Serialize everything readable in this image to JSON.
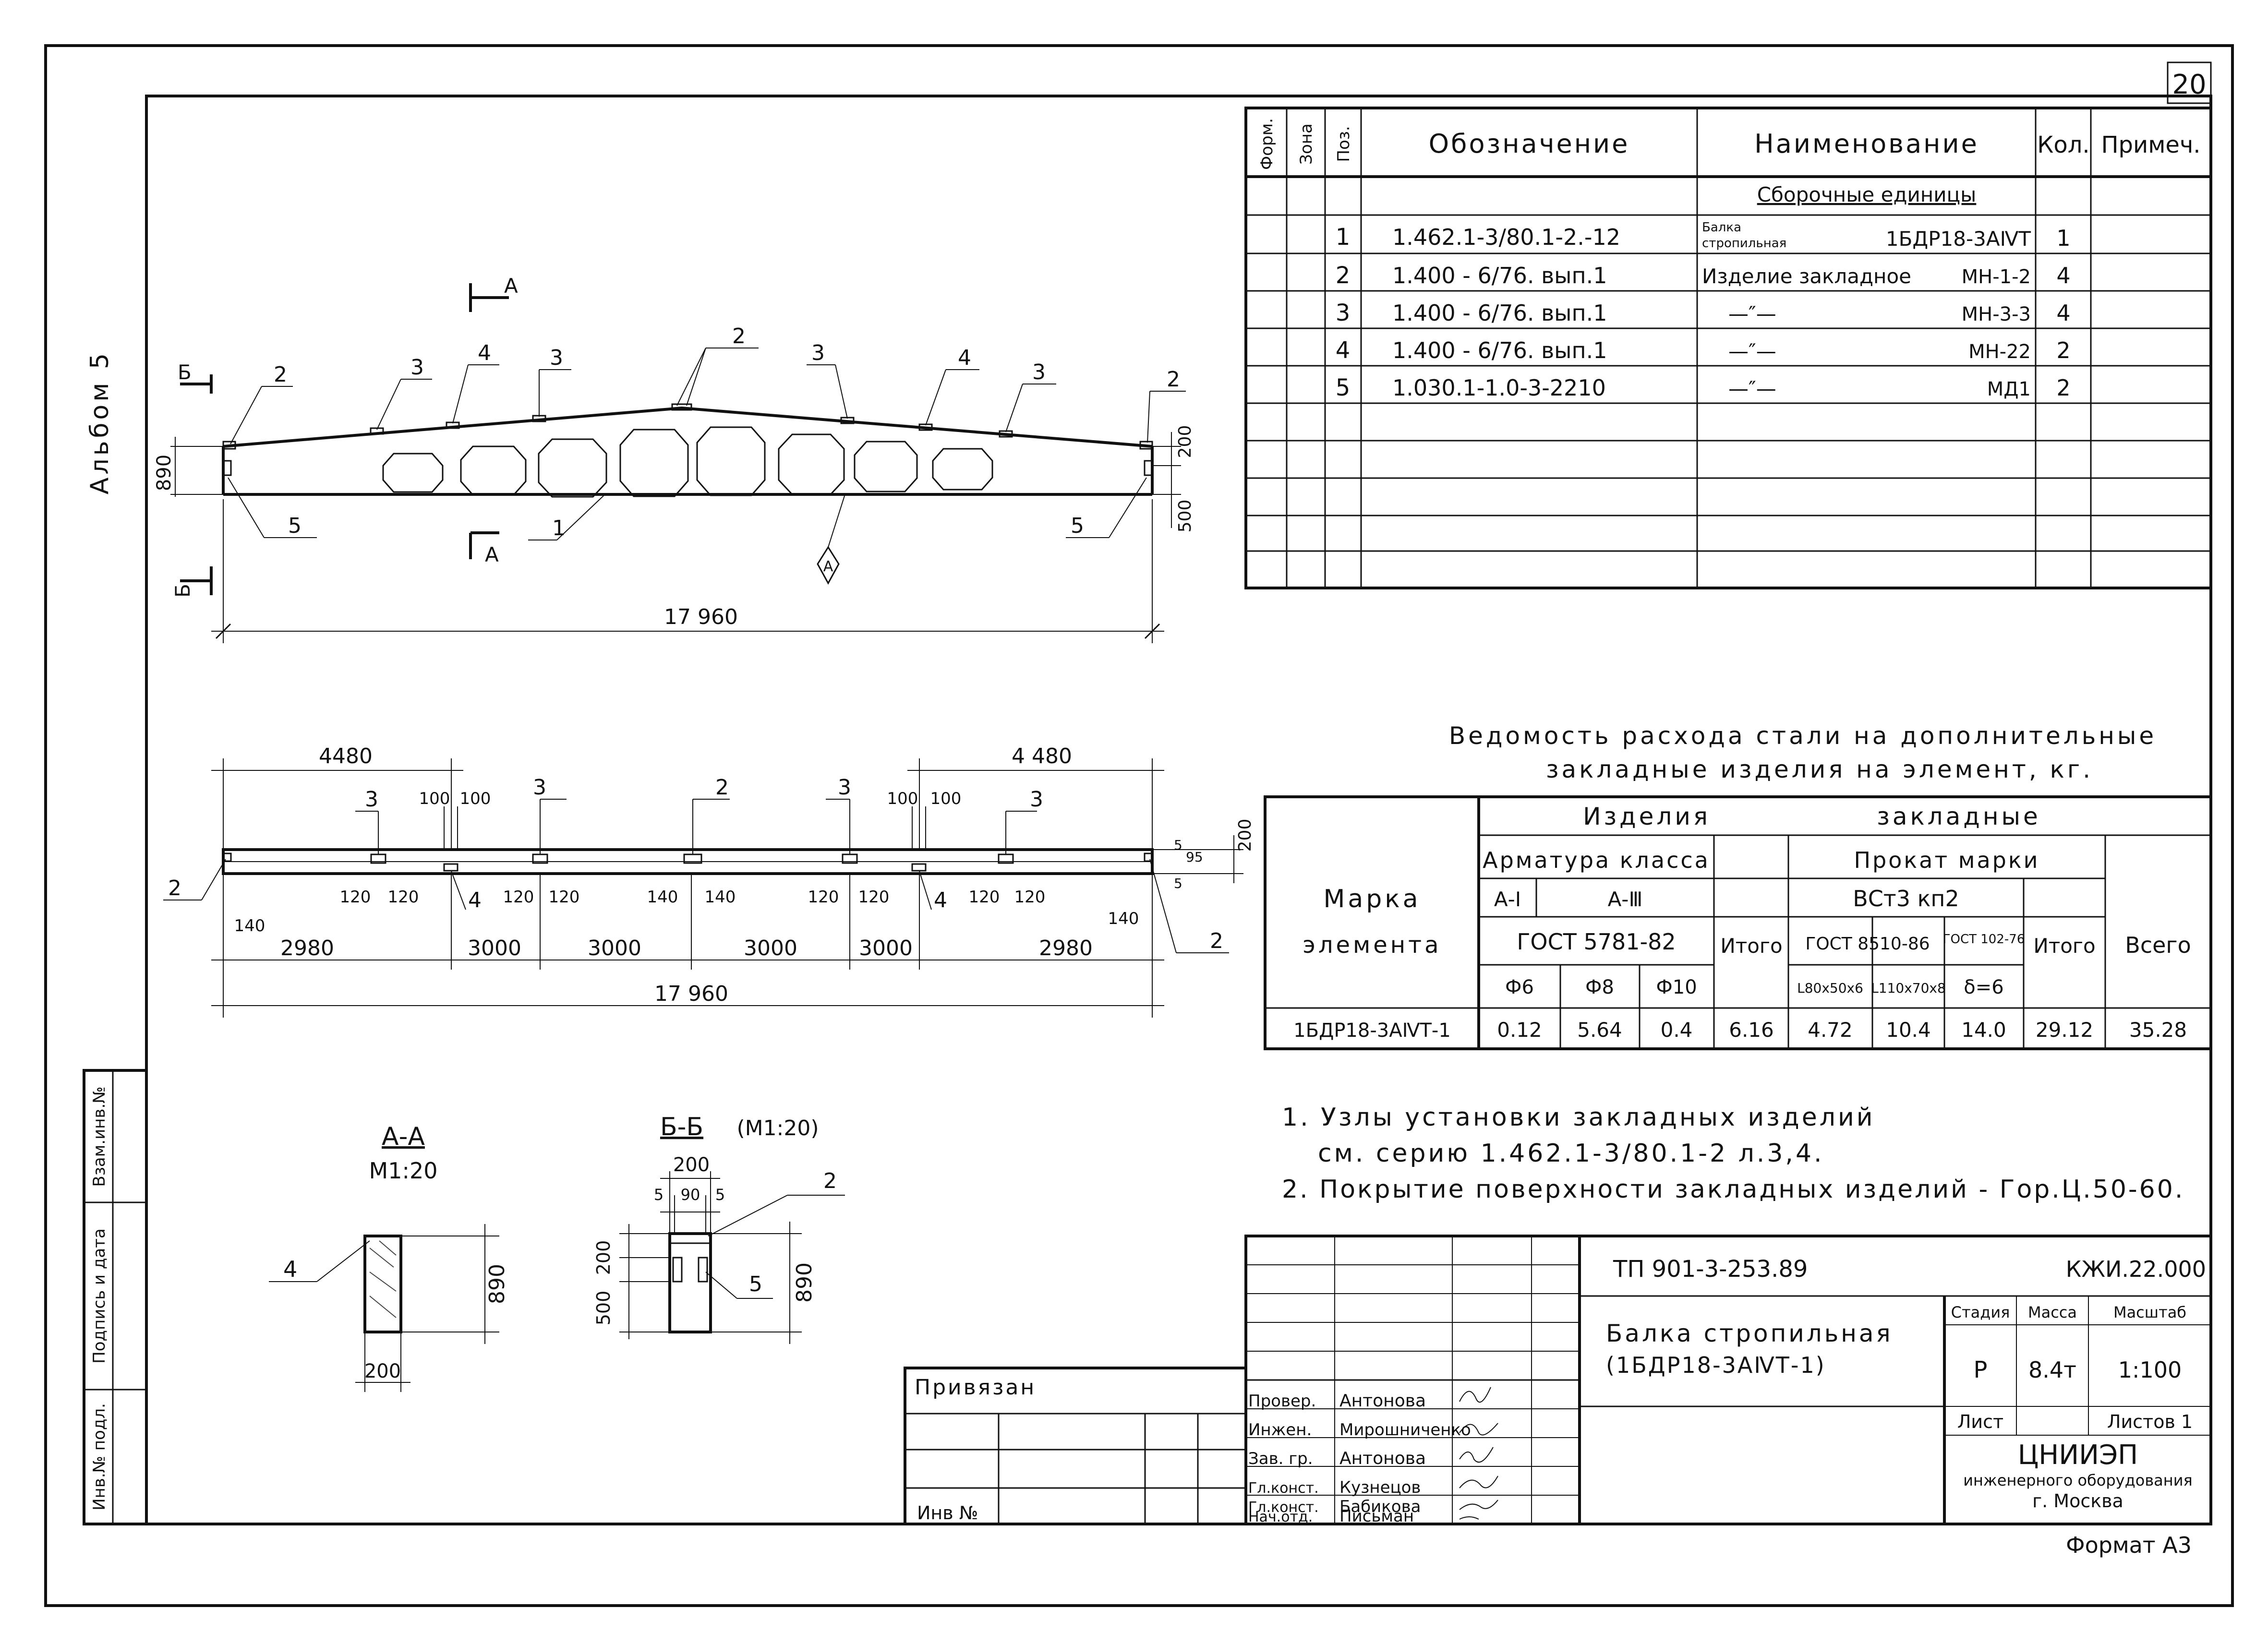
{
  "sheet": {
    "number": "20",
    "album": "Альбом 5",
    "format": "Формат А3"
  },
  "spec_table": {
    "headers": {
      "form": "Форм.",
      "zone": "Зона",
      "pos": "Поз.",
      "designation": "Обозначение",
      "name": "Наименование",
      "qty": "Кол.",
      "note": "Примеч."
    },
    "section_title": "Сборочные единицы",
    "rows": [
      {
        "pos": "1",
        "designation": "1.462.1-3/80.1-2.-12",
        "name_a": "Балка",
        "name_b": "стропильная",
        "mark": "1БДР18-3АⅣТ",
        "qty": "1"
      },
      {
        "pos": "2",
        "designation": "1.400 - 6/76. вып.1",
        "name_a": "Изделие закладное",
        "name_b": "",
        "mark": "МН-1-2",
        "qty": "4"
      },
      {
        "pos": "3",
        "designation": "1.400 - 6/76. вып.1",
        "name_a": "—″—",
        "name_b": "",
        "mark": "МН-3-3",
        "qty": "4"
      },
      {
        "pos": "4",
        "designation": "1.400 - 6/76. вып.1",
        "name_a": "—″—",
        "name_b": "",
        "mark": "МН-22",
        "qty": "2"
      },
      {
        "pos": "5",
        "designation": "1.030.1-1.0-3-2210",
        "name_a": "—″—",
        "name_b": "",
        "mark": "МД1",
        "qty": "2"
      }
    ]
  },
  "steel_table": {
    "title_line1": "Ведомость расхода стали на дополнительные",
    "title_line2": "закладные изделия на элемент, кг.",
    "col_mark": "Марка",
    "col_mark2": "элемента",
    "group_items": "Изделия",
    "group_items2": "закладные",
    "rebar_class": "Арматура класса",
    "rolled_mark": "Прокат марки",
    "a1": "А-Ⅰ",
    "a3": "А-Ⅲ",
    "gost_rebar": "ГОСТ 5781-82",
    "itogo": "Итого",
    "steel_grade": "ВСт3 кп2",
    "gost_8510": "ГОСТ 8510-86",
    "gost_102": "ГОСТ 102-76",
    "itogo2": "Итого",
    "total": "Всего",
    "d6": "Ф6",
    "d8": "Ф8",
    "d10": "Ф10",
    "angle1": "L80х50х6",
    "angle2": "L110х70х8",
    "plate": "δ=6",
    "row": {
      "mark": "1БДР18-3АⅣТ-1",
      "v_d6": "0.12",
      "v_d8": "5.64",
      "v_d10": "0.4",
      "v_itogo": "6.16",
      "v_a1": "4.72",
      "v_a2": "10.4",
      "v_plate": "14.0",
      "v_itogo2": "29.12",
      "v_total": "35.28"
    }
  },
  "notes": [
    "1. Узлы установки закладных изделий",
    "см. серию 1.462.1-3/80.1-2 л.3,4.",
    "2. Покрытие поверхности закладных изделий - Гор.Ц.50-60."
  ],
  "elevation": {
    "length": "17 960",
    "height_left": "890",
    "dim_200": "200",
    "dim_500": "500",
    "section_a": "А",
    "section_b": "Б",
    "callouts": [
      "2",
      "3",
      "4",
      "3",
      "2",
      "3",
      "4",
      "3",
      "2"
    ],
    "callout_1": "1",
    "callout_5": "5",
    "diamond": "А"
  },
  "plan": {
    "dim_4480_l": "4480",
    "dim_4480_r": "4 480",
    "spacings": [
      "2980",
      "3000",
      "3000",
      "3000",
      "3000",
      "2980"
    ],
    "dim_140": "140",
    "dim_100": "100",
    "dim_120": "120",
    "dim_140b": "140",
    "total": "17 960",
    "dim_200": "200",
    "dim_5": "5",
    "dim_95": "95",
    "callouts": [
      "3",
      "3",
      "2",
      "3",
      "3",
      "2",
      "4",
      "4",
      "2"
    ]
  },
  "section_aa": {
    "title": "А-А",
    "scale": "М1:20",
    "height": "890",
    "width": "200",
    "callout": "4"
  },
  "section_bb": {
    "title": "Б-Б",
    "scale": "(М1:20)",
    "width": "200",
    "dim_5": "5",
    "dim_90": "90",
    "dim_5b": "5",
    "height": "890",
    "dim_500": "500",
    "dim_200": "200",
    "callout_2": "2",
    "callout_5": "5"
  },
  "side_stamp": {
    "cells": [
      "Инв.№ подл.",
      "Подпись и дата",
      "Взам.инв.№"
    ]
  },
  "title_block": {
    "code": "ТП 901-3-253.89",
    "sheet_code": "КЖИ.22.000",
    "title_line1": "Балка стропильная",
    "title_line2": "(1БДР18-3АⅣТ-1)",
    "stage_h": "Стадия",
    "mass_h": "Масса",
    "scale_h": "Масштаб",
    "stage": "Р",
    "mass": "8.4т",
    "scale": "1:100",
    "sheet_h": "Лист",
    "sheets_h": "Листов 1",
    "org1": "ЦНИИЭП",
    "org2": "инженерного оборудования",
    "org3": "г. Москва",
    "attached": "Привязан",
    "inv": "Инв №",
    "roles": [
      "Провер.",
      "Инжен.",
      "Зав. гр.",
      "Гл.конст.",
      "Гл.конст.",
      "Нач.отд."
    ],
    "people": [
      "Антонова",
      "Мирошниченко",
      "Антонова",
      "Кузнецов",
      "Бабикова",
      "Письман"
    ]
  }
}
